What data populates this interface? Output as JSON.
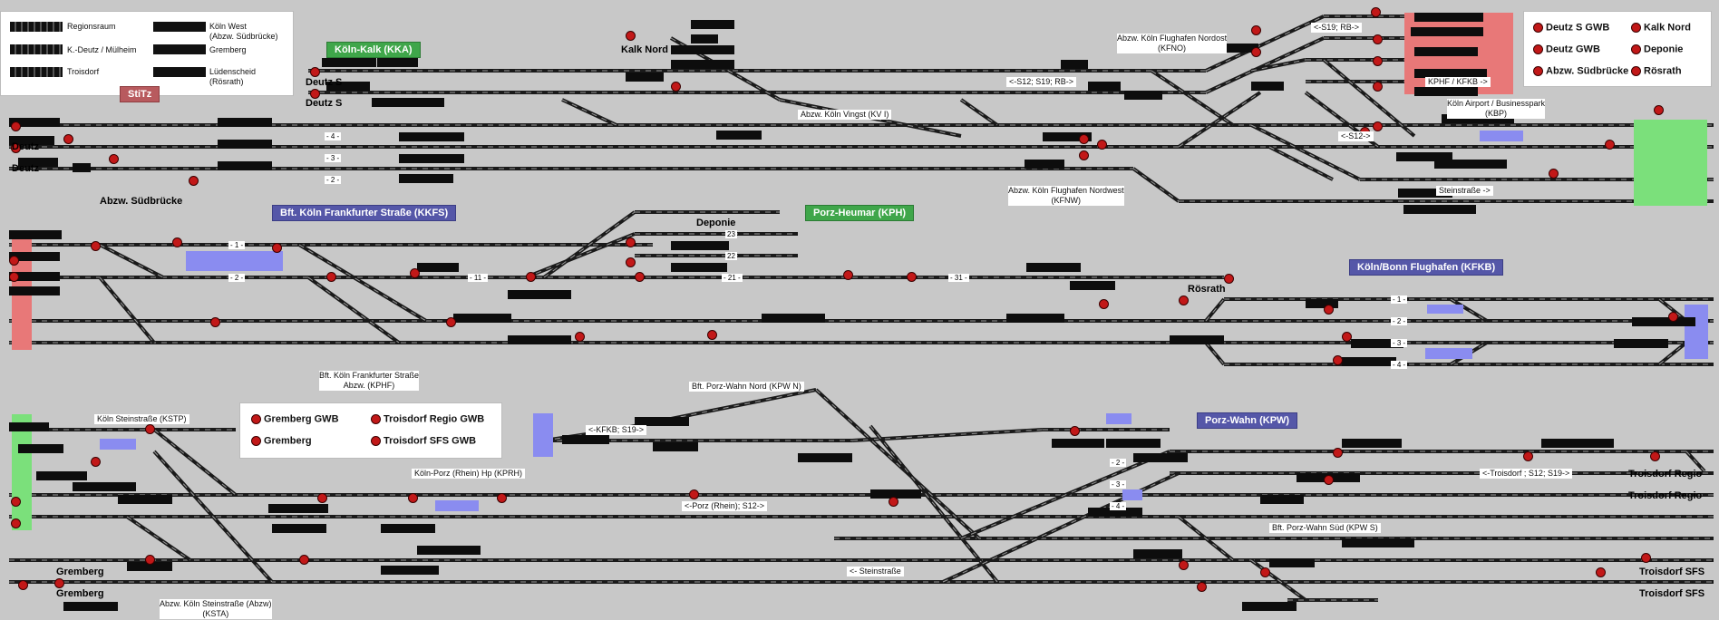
{
  "legend_left": {
    "items": [
      {
        "label": "Regionsraum"
      },
      {
        "label": "K.-Deutz / Mülheim"
      },
      {
        "label": "Troisdorf"
      },
      {
        "label": "Köln West\n(Abzw. Südbrücke)"
      },
      {
        "label": "Gremberg"
      },
      {
        "label": "Lüdenscheid\n(Rösrath)"
      }
    ]
  },
  "legend_right": {
    "items": [
      "Deutz S GWB",
      "Kalk Nord",
      "Deutz GWB",
      "Deponie",
      "Abzw. Südbrücke",
      "Rösrath"
    ]
  },
  "legend_bottom": {
    "items": [
      "Gremberg GWB",
      "Troisdorf Regio GWB",
      "Gremberg",
      "Troisdorf SFS GWB"
    ]
  },
  "station_tags": {
    "kka": "Köln-Kalk (KKA)",
    "stitz": "StiTz",
    "kkfs": "Bft.    Köln Frankfurter Straße (KKFS)",
    "kph": "Porz-Heumar (KPH)",
    "kfkb": "Köln/Bonn Flughafen (KFKB)",
    "kpw": "Porz-Wahn (KPW)"
  },
  "station_names": {
    "deutz_s_1": "Deutz S",
    "deutz_s_2": "Deutz S",
    "kalk_nord": "Kalk Nord",
    "deutz_1": "Deutz",
    "deutz_2": "Deutz",
    "abzw_suedbruecke": "Abzw. Südbrücke",
    "deponie": "Deponie",
    "roesrath": "Rösrath",
    "gremberg_1": "Gremberg",
    "gremberg_2": "Gremberg",
    "troisdorf_regio_1": "Troisdorf Regio",
    "troisdorf_regio_2": "Troisdorf Regio",
    "troisdorf_sfs_1": "Troisdorf SFS",
    "troisdorf_sfs_2": "Troisdorf SFS"
  },
  "labels": {
    "kfno": "Abzw. Köln Flughafen Nordost\n(KFNO)",
    "s19_rb": "<-S19; RB->",
    "s12_s19_rb": "<-S12; S19; RB->",
    "kphf_kfkb": "KPHF / KFKB ->",
    "kvi": "Abzw. Köln Vingst (KV I)",
    "kbp": "Köln Airport / Businesspark\n(KBP)",
    "s12": "<-S12->",
    "kfnw": "Abzw. Köln Flughafen Nordwest\n(KFNW)",
    "steinstrasse_r": "Steinstraße ->",
    "kphf": "Bft. Köln Frankfurter Straße\nAbzw. (KPHF)",
    "kpwn": "Bft. Porz-Wahn Nord (KPW N)",
    "kstp": "Köln Steinstraße (KSTP)",
    "kfkb_s19": "<-KFKB; S19->",
    "kprh": "Köln-Porz (Rhein) Hp (KPRH)",
    "porz_s12": "<-Porz (Rhein); S12->",
    "troisdorf_s12": "<-Troisdorf ; S12; S19->",
    "kpws": "Bft. Porz-Wahn Süd (KPW S)",
    "steinstrasse_l": "<- Steinstraße",
    "ksta": "Abzw. Köln Steinstraße (Abzw)\n(KSTA)"
  },
  "track_numbers": {
    "t4": "- 4 -",
    "t3": "- 3 -",
    "t2": "- 2 -",
    "t1": "- 1 -",
    "t23": "23",
    "t22": "22",
    "t21": "- 21 -",
    "t11": "- 11 -",
    "t31": "- 31 -",
    "f1": "- 1 -",
    "f2": "- 2 -",
    "f3": "- 3 -",
    "f4": "- 4 -",
    "w2": "- 2 -",
    "w3": "- 3 -",
    "w4": "- 4 -"
  },
  "colors": {
    "background": "#c8c8c8",
    "track": "#1a1a1a",
    "signal_red": "#c21818",
    "zone_red": "#e87878",
    "zone_green": "#7be07b",
    "zone_blue": "#8a8cf0",
    "tag_green": "#3fa64a",
    "tag_blue": "#5557a8",
    "tag_red": "#b85a5e"
  }
}
